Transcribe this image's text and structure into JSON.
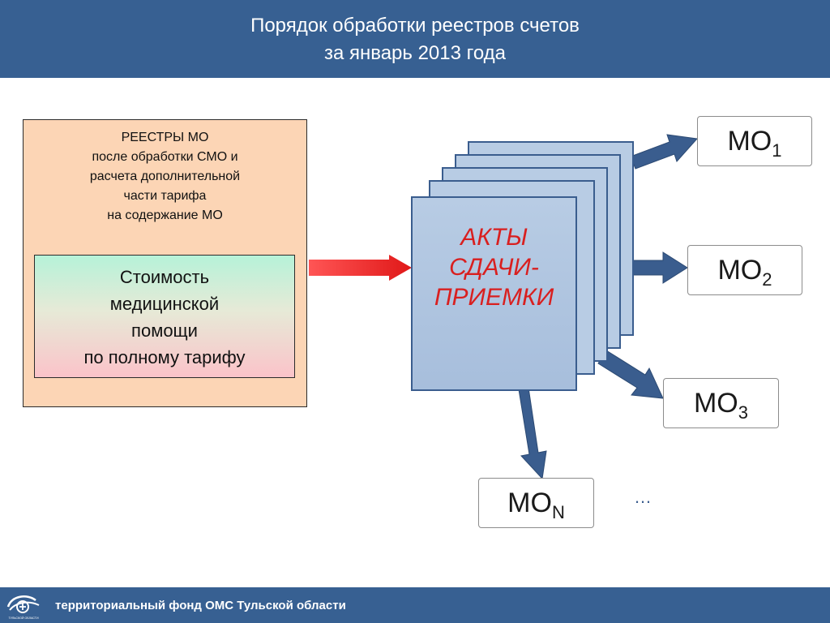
{
  "header": {
    "title_line1": "Порядок обработки реестров счетов",
    "title_line2": "за январь 2013 года"
  },
  "registry": {
    "lines": [
      "РЕЕСТРЫ МО",
      "после обработки СМО и",
      "расчета дополнительной",
      "части тарифа",
      "на содержание МО"
    ]
  },
  "cost": {
    "lines": [
      "Стоимость",
      "медицинской",
      "помощи",
      "по полному тарифу"
    ]
  },
  "acts": {
    "lines": [
      "АКТЫ",
      "СДАЧИ-",
      "ПРИЕМКИ"
    ]
  },
  "mo_boxes": [
    {
      "label": "МО",
      "sub": "1"
    },
    {
      "label": "МО",
      "sub": "2"
    },
    {
      "label": "МО",
      "sub": "3"
    },
    {
      "label": "МО",
      "sub": "N"
    }
  ],
  "ellipsis": "…",
  "footer": {
    "text": "территориальный фонд ОМС Тульской области",
    "logo_caption": "ТУЛЬСКОЙ ОБЛАСТИ"
  },
  "colors": {
    "header_bg": "#376092",
    "accent_red": "#d91f1f",
    "arrow_blue": "#3a5d8e",
    "arrow_red": "#ff3b3b",
    "registry_bg": "#fcd5b5"
  }
}
